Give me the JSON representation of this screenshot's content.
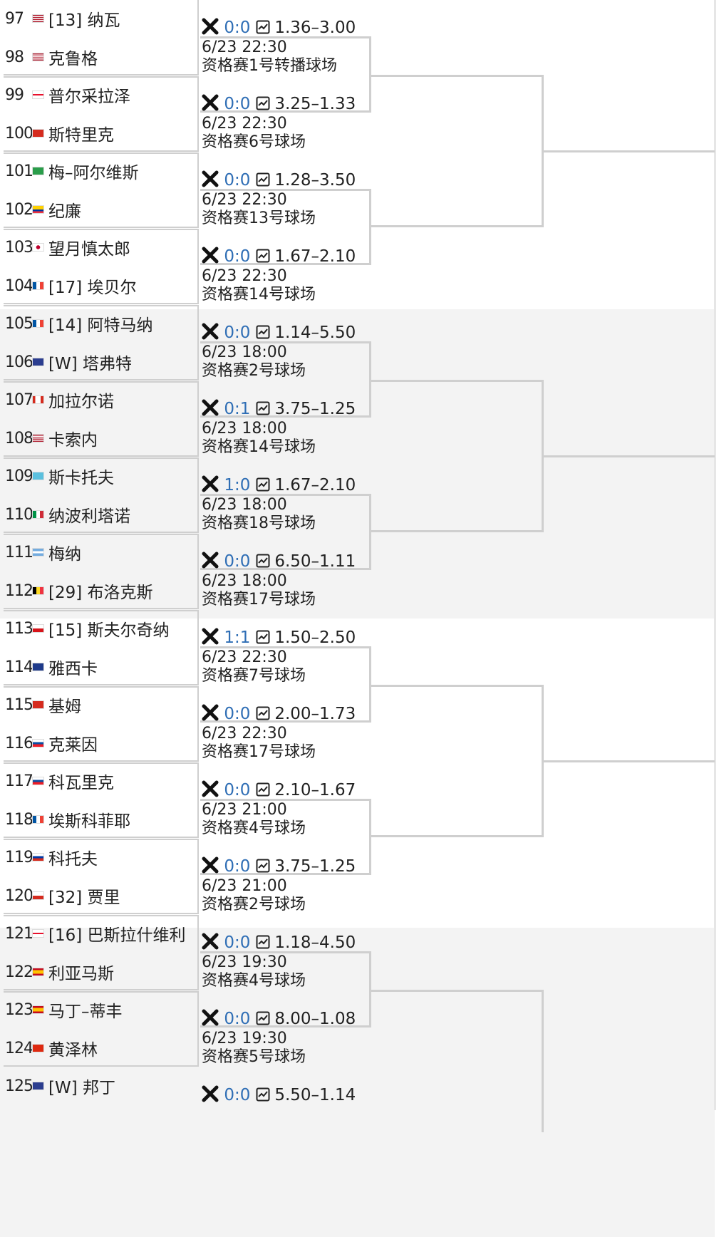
{
  "colors": {
    "score": "#2f6eb5",
    "line": "#cfcfcf",
    "band_alt": "#f3f3f3"
  },
  "players": [
    {
      "num": "97",
      "seed": "[13]",
      "name": "纳瓦",
      "flag": "us"
    },
    {
      "num": "98",
      "seed": "",
      "name": "克鲁格",
      "flag": "us"
    },
    {
      "num": "99",
      "seed": "",
      "name": "普尔采拉泽",
      "flag": "ge"
    },
    {
      "num": "100",
      "seed": "",
      "name": "斯特里克",
      "flag": "ch"
    },
    {
      "num": "101",
      "seed": "",
      "name": "梅–阿尔维斯",
      "flag": "br"
    },
    {
      "num": "102",
      "seed": "",
      "name": "纪廉",
      "flag": "ec"
    },
    {
      "num": "103",
      "seed": "",
      "name": "望月慎太郎",
      "flag": "jp"
    },
    {
      "num": "104",
      "seed": "[17]",
      "name": "埃贝尔",
      "flag": "fr"
    },
    {
      "num": "105",
      "seed": "[14]",
      "name": "阿特马纳",
      "flag": "fr"
    },
    {
      "num": "106",
      "seed": "[W]",
      "name": "塔弗特",
      "flag": "gb"
    },
    {
      "num": "107",
      "seed": "",
      "name": "加拉尔诺",
      "flag": "ca"
    },
    {
      "num": "108",
      "seed": "",
      "name": "卡索内",
      "flag": "us"
    },
    {
      "num": "109",
      "seed": "",
      "name": "斯卡托夫",
      "flag": "kz"
    },
    {
      "num": "110",
      "seed": "",
      "name": "纳波利塔诺",
      "flag": "it"
    },
    {
      "num": "111",
      "seed": "",
      "name": "梅纳",
      "flag": "ar"
    },
    {
      "num": "112",
      "seed": "[29]",
      "name": "布洛克斯",
      "flag": "be"
    },
    {
      "num": "113",
      "seed": "[15]",
      "name": "斯夫尔奇纳",
      "flag": "cz"
    },
    {
      "num": "114",
      "seed": "",
      "name": "雅西卡",
      "flag": "au"
    },
    {
      "num": "115",
      "seed": "",
      "name": "基姆",
      "flag": "ch"
    },
    {
      "num": "116",
      "seed": "",
      "name": "克莱因",
      "flag": "sk"
    },
    {
      "num": "117",
      "seed": "",
      "name": "科瓦里克",
      "flag": "sk"
    },
    {
      "num": "118",
      "seed": "",
      "name": "埃斯科菲耶",
      "flag": "fr"
    },
    {
      "num": "119",
      "seed": "",
      "name": "科托夫",
      "flag": "ru"
    },
    {
      "num": "120",
      "seed": "[32]",
      "name": "贾里",
      "flag": "cl"
    },
    {
      "num": "121",
      "seed": "[16]",
      "name": "巴斯拉什维利",
      "flag": "ge"
    },
    {
      "num": "122",
      "seed": "",
      "name": "利亚马斯",
      "flag": "es"
    },
    {
      "num": "123",
      "seed": "",
      "name": "马丁–蒂丰",
      "flag": "es"
    },
    {
      "num": "124",
      "seed": "",
      "name": "黄泽林",
      "flag": "hk"
    },
    {
      "num": "125",
      "seed": "[W]",
      "name": "邦丁",
      "flag": "gb"
    }
  ],
  "matches": [
    {
      "score": "0:0",
      "odds": "1.36–3.00",
      "time": "6/23 22:30",
      "court": "资格赛1号转播球场"
    },
    {
      "score": "0:0",
      "odds": "3.25–1.33",
      "time": "6/23 22:30",
      "court": "资格赛6号球场"
    },
    {
      "score": "0:0",
      "odds": "1.28–3.50",
      "time": "6/23 22:30",
      "court": "资格赛13号球场"
    },
    {
      "score": "0:0",
      "odds": "1.67–2.10",
      "time": "6/23 22:30",
      "court": "资格赛14号球场"
    },
    {
      "score": "0:0",
      "odds": "1.14–5.50",
      "time": "6/23 18:00",
      "court": "资格赛2号球场"
    },
    {
      "score": "0:1",
      "odds": "3.75–1.25",
      "time": "6/23 18:00",
      "court": "资格赛14号球场"
    },
    {
      "score": "1:0",
      "odds": "1.67–2.10",
      "time": "6/23 18:00",
      "court": "资格赛18号球场"
    },
    {
      "score": "0:0",
      "odds": "6.50–1.11",
      "time": "6/23 18:00",
      "court": "资格赛17号球场"
    },
    {
      "score": "1:1",
      "odds": "1.50–2.50",
      "time": "6/23 22:30",
      "court": "资格赛7号球场"
    },
    {
      "score": "0:0",
      "odds": "2.00–1.73",
      "time": "6/23 22:30",
      "court": "资格赛17号球场"
    },
    {
      "score": "0:0",
      "odds": "2.10–1.67",
      "time": "6/23 21:00",
      "court": "资格赛4号球场"
    },
    {
      "score": "0:0",
      "odds": "3.75–1.25",
      "time": "6/23 21:00",
      "court": "资格赛2号球场"
    },
    {
      "score": "0:0",
      "odds": "1.18–4.50",
      "time": "6/23 19:30",
      "court": "资格赛4号球场"
    },
    {
      "score": "0:0",
      "odds": "8.00–1.08",
      "time": "6/23 19:30",
      "court": "资格赛5号球场"
    },
    {
      "score": "0:0",
      "odds": "5.50–1.14",
      "time": "",
      "court": ""
    }
  ],
  "icons": {
    "match_icon": "bracket-x-icon",
    "odds_icon": "line-chart-icon"
  }
}
